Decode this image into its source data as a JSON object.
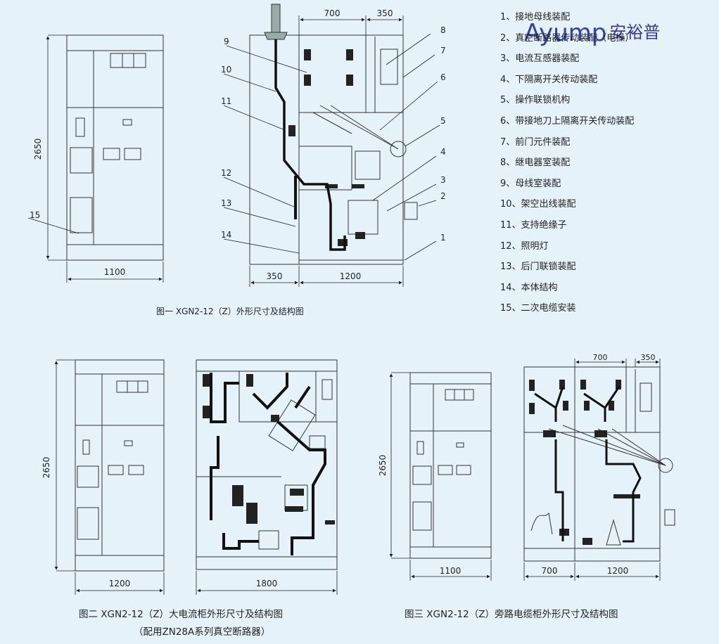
{
  "brand": {
    "latin": "Ayump",
    "chinese": "安裕普"
  },
  "legend": [
    "1、接地母线装配",
    "2、真空断路器传动装配（电操）",
    "3、电流互感器装配",
    "4、下隔离开关传动装配",
    "5、操作联锁机构",
    "6、带接地刀上隔离开关传动装配",
    "7、前门元件装配",
    "8、继电器室装配",
    "9、母线室装配",
    "10、架空出线装配",
    "11、支持绝缘子",
    "12、照明灯",
    "13、后门联锁装配",
    "14、本体结构",
    "15、二次电缆安装"
  ],
  "fig1": {
    "caption": "图一 XGN2-12（Z）外形尺寸及结构图",
    "height": "2650",
    "width_front": "1100",
    "dim_top_left": "700",
    "dim_top_right": "350",
    "dim_bottom_left": "350",
    "dim_bottom_right": "1200",
    "callouts": [
      "1",
      "2",
      "3",
      "4",
      "5",
      "6",
      "7",
      "8",
      "9",
      "10",
      "11",
      "12",
      "13",
      "14",
      "15"
    ]
  },
  "fig2": {
    "caption": "图二 XGN2-12（Z）大电流柜外形尺寸及结构图",
    "caption2": "（配用ZN28A系列真空断路器）",
    "height": "2650",
    "width_front": "1200",
    "width_side": "1800"
  },
  "fig3": {
    "caption": "图三 XGN2-12（Z）旁路电缆柜外形尺寸及结构图",
    "height": "2650",
    "width_front": "1100",
    "dim_top_left": "700",
    "dim_top_right": "350",
    "dim_bottom_left": "700",
    "dim_bottom_right": "1200"
  },
  "colors": {
    "background": "#e6f2fa",
    "line": "#222222",
    "brand": "#2f3fbf"
  }
}
